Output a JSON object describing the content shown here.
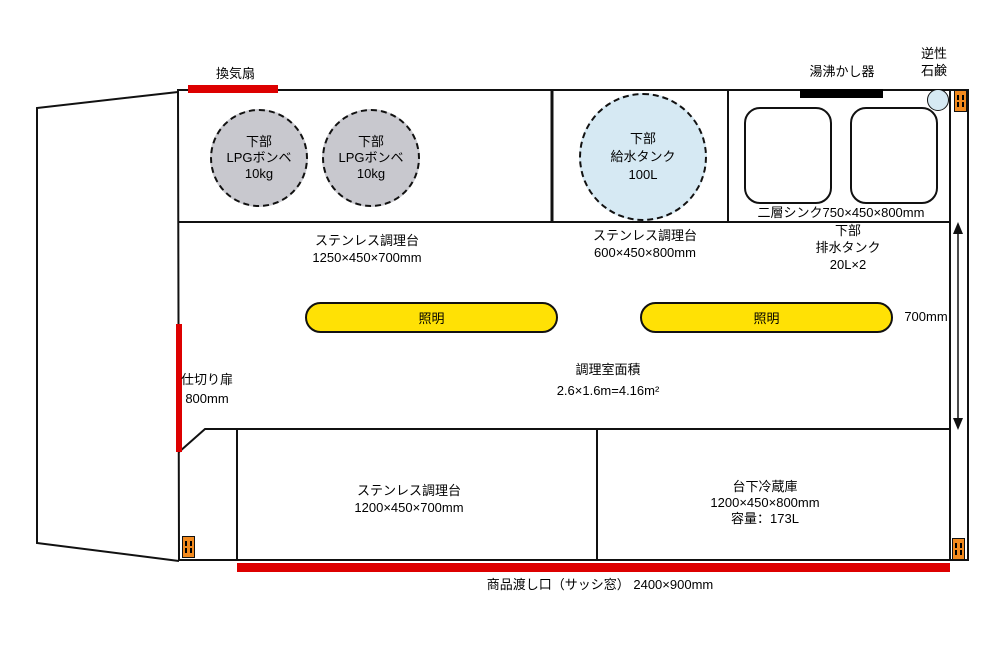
{
  "colors": {
    "red": "#dd0000",
    "yellow": "#ffe105",
    "gray_tank": "#c8c8ce",
    "blue_tank": "#d6e9f3",
    "orange": "#f28a1e",
    "line": "#111111"
  },
  "top_row": {
    "vent_fan_label": "換気扇",
    "lpg_tanks": [
      {
        "line1": "下部",
        "line2": "LPGボンベ",
        "line3": "10kg"
      },
      {
        "line1": "下部",
        "line2": "LPGボンベ",
        "line3": "10kg"
      }
    ],
    "water_tank": {
      "line1": "下部",
      "line2": "給水タンク",
      "line3": "100L"
    },
    "water_heater_label": "湯沸かし器",
    "soap_label": {
      "line1": "逆性",
      "line2": "石鹸"
    },
    "sink_label": "二層シンク750×450×800mm"
  },
  "middle_row": {
    "counter_left": {
      "name": "ステンレス調理台",
      "size": "1250×450×700mm"
    },
    "counter_mid": {
      "name": "ステンレス調理台",
      "size": "600×450×800mm"
    },
    "drain_tank": {
      "line1": "下部",
      "line2": "排水タンク",
      "line3": "20L×2"
    },
    "light_left": "照明",
    "light_right": "照明",
    "aisle_width": "700mm",
    "kitchen_area": {
      "line1": "調理室面積",
      "line2": "2.6×1.6m=4.16m²"
    },
    "partition": {
      "line1": "仕切り扉",
      "line2": "800mm"
    }
  },
  "bottom_row": {
    "counter": {
      "name": "ステンレス調理台",
      "size": "1200×450×700mm"
    },
    "fridge": {
      "name": "台下冷蔵庫",
      "size": "1200×450×800mm",
      "capacity": "容量：173L"
    },
    "window_label": "商品渡し口（サッシ窓） 2400×900mm"
  }
}
